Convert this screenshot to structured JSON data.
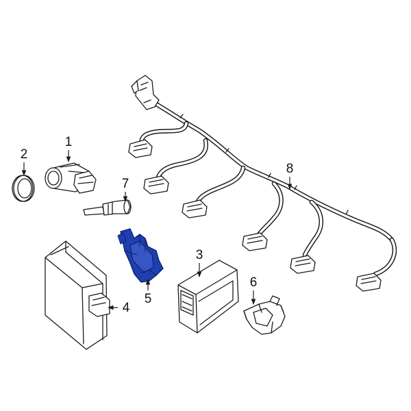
{
  "callouts": [
    {
      "id": "1",
      "label": "1"
    },
    {
      "id": "2",
      "label": "2"
    },
    {
      "id": "3",
      "label": "3"
    },
    {
      "id": "4",
      "label": "4"
    },
    {
      "id": "5",
      "label": "5"
    },
    {
      "id": "6",
      "label": "6"
    },
    {
      "id": "7",
      "label": "7"
    },
    {
      "id": "8",
      "label": "8"
    }
  ],
  "colors": {
    "line": "#1a1a1a",
    "highlight_fill": "#1f3fae",
    "highlight_stroke": "#0a1f6e",
    "background": "#ffffff"
  },
  "highlighted_part": "5"
}
